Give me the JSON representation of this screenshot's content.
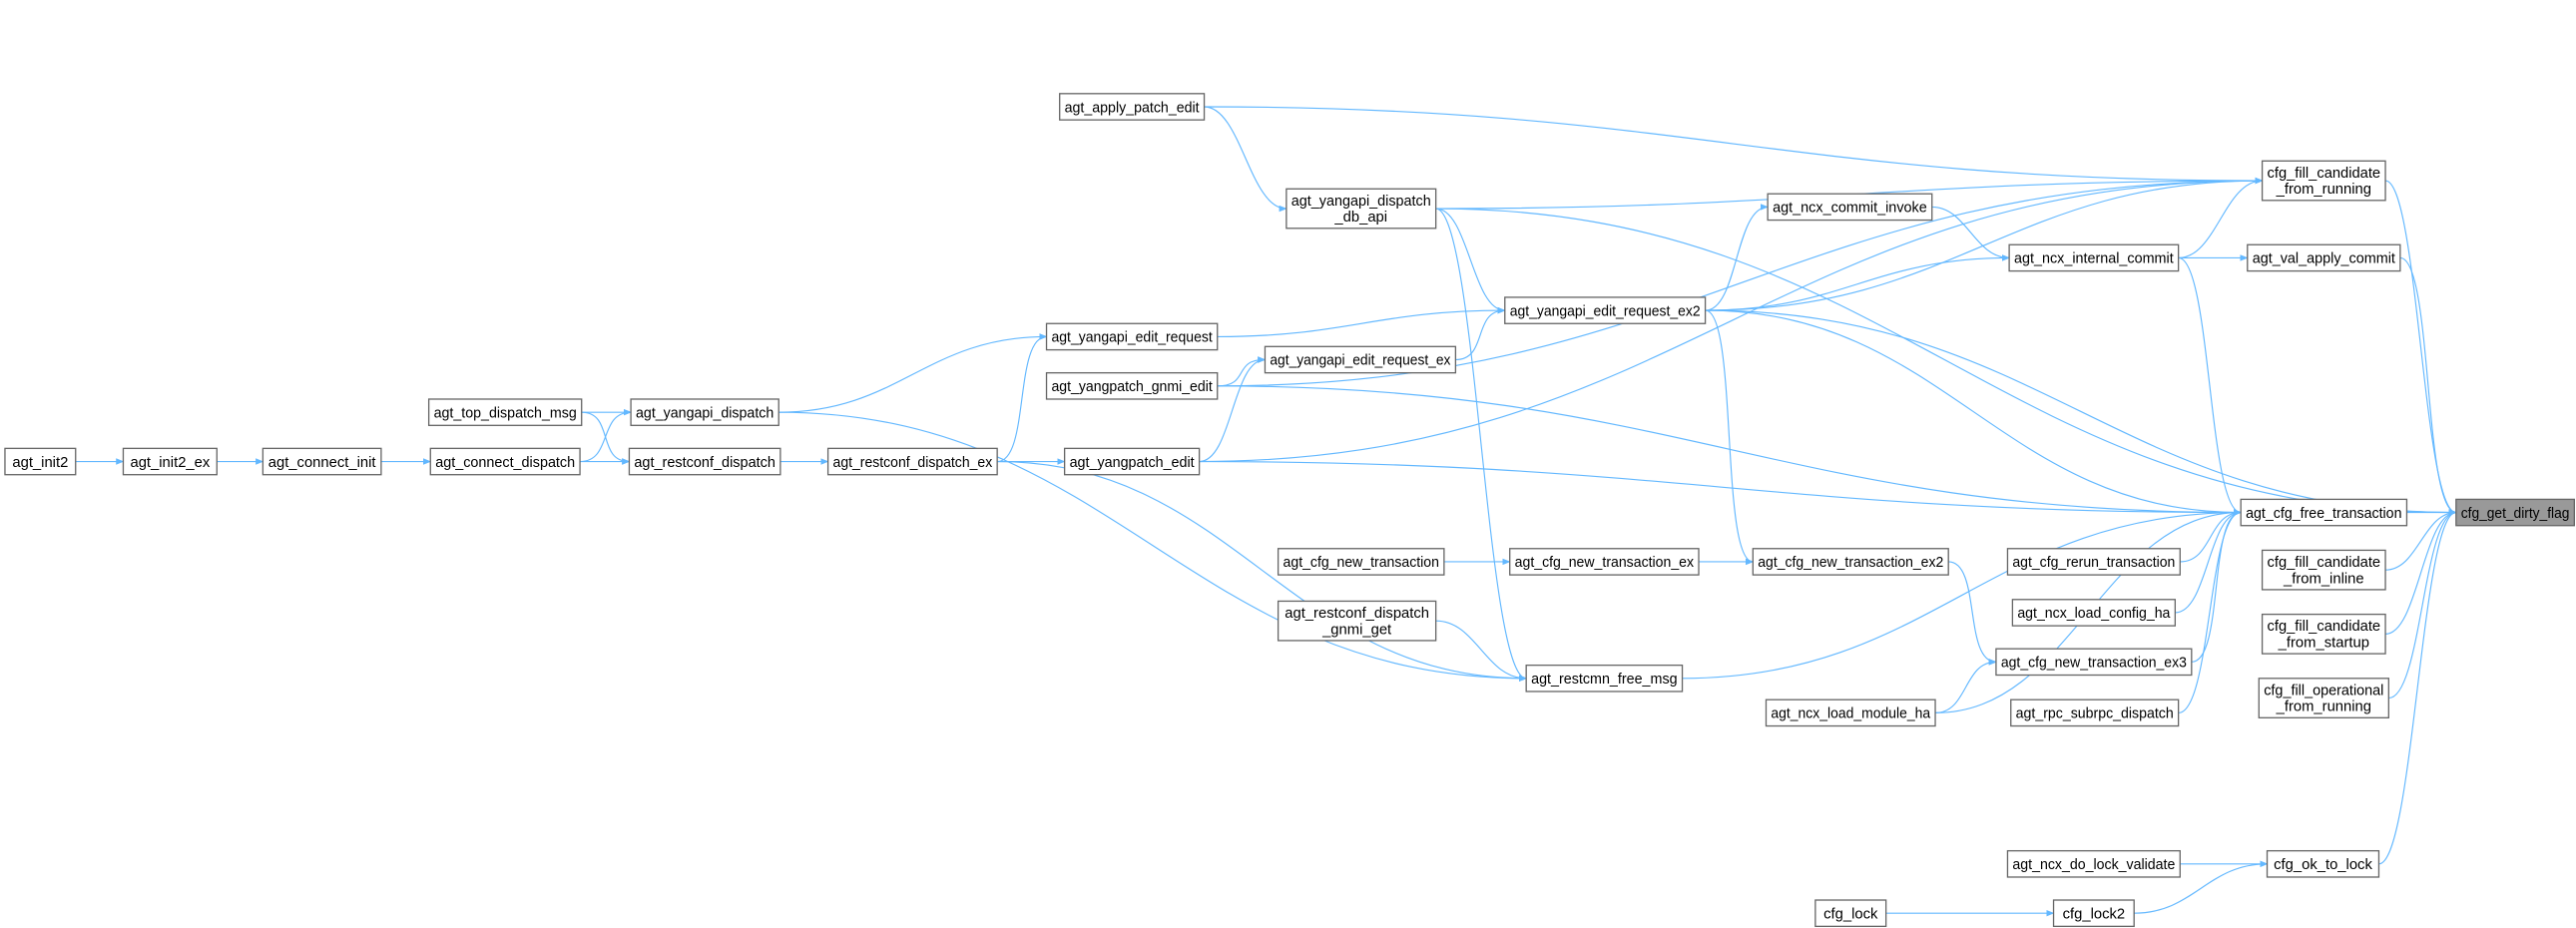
{
  "graph": {
    "type": "caller-graph",
    "root": "cfg_get_dirty_flag",
    "colors": {
      "edge": "#63b8ff",
      "node_border": "#666666",
      "root_fill": "#999999"
    },
    "nodes": [
      {
        "id": "agt_init2",
        "lines": [
          "agt_init2"
        ]
      },
      {
        "id": "agt_init2_ex",
        "lines": [
          "agt_init2_ex"
        ]
      },
      {
        "id": "agt_connect_init",
        "lines": [
          "agt_connect_init"
        ]
      },
      {
        "id": "agt_connect_dispatch",
        "lines": [
          "agt_connect_dispatch"
        ]
      },
      {
        "id": "agt_top_dispatch_msg",
        "lines": [
          "agt_top_dispatch_msg"
        ]
      },
      {
        "id": "agt_yangapi_dispatch",
        "lines": [
          "agt_yangapi_dispatch"
        ]
      },
      {
        "id": "agt_restconf_dispatch",
        "lines": [
          "agt_restconf_dispatch"
        ]
      },
      {
        "id": "agt_restconf_dispatch_ex",
        "lines": [
          "agt_restconf_dispatch_ex"
        ]
      },
      {
        "id": "agt_apply_patch_edit",
        "lines": [
          "agt_apply_patch_edit"
        ]
      },
      {
        "id": "agt_yangapi_edit_request",
        "lines": [
          "agt_yangapi_edit_request"
        ]
      },
      {
        "id": "agt_yangpatch_gnmi_edit",
        "lines": [
          "agt_yangpatch_gnmi_edit"
        ]
      },
      {
        "id": "agt_yangpatch_edit",
        "lines": [
          "agt_yangpatch_edit"
        ]
      },
      {
        "id": "agt_yangapi_dispatch_db_api",
        "lines": [
          "agt_yangapi_dispatch",
          "_db_api"
        ]
      },
      {
        "id": "agt_yangapi_edit_request_ex",
        "lines": [
          "agt_yangapi_edit_request_ex"
        ]
      },
      {
        "id": "agt_cfg_new_transaction",
        "lines": [
          "agt_cfg_new_transaction"
        ]
      },
      {
        "id": "agt_restconf_dispatch_gnmi_get",
        "lines": [
          "agt_restconf_dispatch",
          "_gnmi_get"
        ]
      },
      {
        "id": "agt_yangapi_edit_request_ex2",
        "lines": [
          "agt_yangapi_edit_request_ex2"
        ]
      },
      {
        "id": "agt_cfg_new_transaction_ex",
        "lines": [
          "agt_cfg_new_transaction_ex"
        ]
      },
      {
        "id": "agt_restcmn_free_msg",
        "lines": [
          "agt_restcmn_free_msg"
        ]
      },
      {
        "id": "agt_ncx_commit_invoke",
        "lines": [
          "agt_ncx_commit_invoke"
        ]
      },
      {
        "id": "agt_cfg_new_transaction_ex2",
        "lines": [
          "agt_cfg_new_transaction_ex2"
        ]
      },
      {
        "id": "agt_ncx_load_module_ha",
        "lines": [
          "agt_ncx_load_module_ha"
        ]
      },
      {
        "id": "cfg_lock",
        "lines": [
          "cfg_lock"
        ]
      },
      {
        "id": "agt_ncx_internal_commit",
        "lines": [
          "agt_ncx_internal_commit"
        ]
      },
      {
        "id": "agt_cfg_rerun_transaction",
        "lines": [
          "agt_cfg_rerun_transaction"
        ]
      },
      {
        "id": "agt_ncx_load_config_ha",
        "lines": [
          "agt_ncx_load_config_ha"
        ]
      },
      {
        "id": "agt_cfg_new_transaction_ex3",
        "lines": [
          "agt_cfg_new_transaction_ex3"
        ]
      },
      {
        "id": "agt_rpc_subrpc_dispatch",
        "lines": [
          "agt_rpc_subrpc_dispatch"
        ]
      },
      {
        "id": "agt_ncx_do_lock_validate",
        "lines": [
          "agt_ncx_do_lock_validate"
        ]
      },
      {
        "id": "cfg_lock2",
        "lines": [
          "cfg_lock2"
        ]
      },
      {
        "id": "cfg_fill_candidate_from_running",
        "lines": [
          "cfg_fill_candidate",
          "_from_running"
        ]
      },
      {
        "id": "agt_val_apply_commit",
        "lines": [
          "agt_val_apply_commit"
        ]
      },
      {
        "id": "agt_cfg_free_transaction",
        "lines": [
          "agt_cfg_free_transaction"
        ]
      },
      {
        "id": "cfg_fill_candidate_from_inline",
        "lines": [
          "cfg_fill_candidate",
          "_from_inline"
        ]
      },
      {
        "id": "cfg_fill_candidate_from_startup",
        "lines": [
          "cfg_fill_candidate",
          "_from_startup"
        ]
      },
      {
        "id": "cfg_fill_operational_from_running",
        "lines": [
          "cfg_fill_operational",
          "_from_running"
        ]
      },
      {
        "id": "cfg_ok_to_lock",
        "lines": [
          "cfg_ok_to_lock"
        ]
      },
      {
        "id": "cfg_get_dirty_flag",
        "lines": [
          "cfg_get_dirty_flag"
        ]
      }
    ],
    "edges": [
      [
        "agt_init2",
        "agt_init2_ex"
      ],
      [
        "agt_init2_ex",
        "agt_connect_init"
      ],
      [
        "agt_connect_init",
        "agt_connect_dispatch"
      ],
      [
        "agt_connect_dispatch",
        "agt_restconf_dispatch"
      ],
      [
        "agt_connect_dispatch",
        "agt_yangapi_dispatch"
      ],
      [
        "agt_top_dispatch_msg",
        "agt_yangapi_dispatch"
      ],
      [
        "agt_top_dispatch_msg",
        "agt_restconf_dispatch"
      ],
      [
        "agt_restconf_dispatch",
        "agt_restconf_dispatch_ex"
      ],
      [
        "agt_yangapi_dispatch",
        "agt_yangapi_edit_request"
      ],
      [
        "agt_yangapi_dispatch",
        "agt_restcmn_free_msg"
      ],
      [
        "agt_restconf_dispatch_ex",
        "agt_yangpatch_edit"
      ],
      [
        "agt_restconf_dispatch_ex",
        "agt_yangapi_edit_request"
      ],
      [
        "agt_restconf_dispatch_ex",
        "agt_restcmn_free_msg"
      ],
      [
        "agt_yangapi_edit_request",
        "agt_yangapi_edit_request_ex2"
      ],
      [
        "agt_yangpatch_gnmi_edit",
        "agt_yangapi_edit_request_ex"
      ],
      [
        "agt_yangpatch_gnmi_edit",
        "cfg_fill_candidate_from_running"
      ],
      [
        "agt_yangpatch_gnmi_edit",
        "agt_cfg_free_transaction"
      ],
      [
        "agt_yangpatch_edit",
        "agt_yangapi_edit_request_ex"
      ],
      [
        "agt_yangpatch_edit",
        "agt_cfg_free_transaction"
      ],
      [
        "agt_yangpatch_edit",
        "cfg_fill_candidate_from_running"
      ],
      [
        "agt_apply_patch_edit",
        "agt_yangapi_dispatch_db_api"
      ],
      [
        "agt_apply_patch_edit",
        "cfg_fill_candidate_from_running"
      ],
      [
        "agt_yangapi_dispatch_db_api",
        "agt_yangapi_edit_request_ex2"
      ],
      [
        "agt_yangapi_dispatch_db_api",
        "agt_restcmn_free_msg"
      ],
      [
        "agt_yangapi_dispatch_db_api",
        "cfg_get_dirty_flag"
      ],
      [
        "agt_yangapi_dispatch_db_api",
        "cfg_fill_candidate_from_running"
      ],
      [
        "agt_yangapi_edit_request_ex",
        "agt_yangapi_edit_request_ex2"
      ],
      [
        "agt_yangapi_edit_request_ex2",
        "agt_ncx_commit_invoke"
      ],
      [
        "agt_yangapi_edit_request_ex2",
        "agt_ncx_internal_commit"
      ],
      [
        "agt_yangapi_edit_request_ex2",
        "cfg_fill_candidate_from_running"
      ],
      [
        "agt_yangapi_edit_request_ex2",
        "agt_cfg_free_transaction"
      ],
      [
        "agt_yangapi_edit_request_ex2",
        "cfg_get_dirty_flag"
      ],
      [
        "agt_yangapi_edit_request_ex2",
        "agt_cfg_new_transaction_ex2"
      ],
      [
        "agt_ncx_commit_invoke",
        "agt_ncx_internal_commit"
      ],
      [
        "agt_ncx_internal_commit",
        "cfg_fill_candidate_from_running"
      ],
      [
        "agt_ncx_internal_commit",
        "agt_val_apply_commit"
      ],
      [
        "agt_ncx_internal_commit",
        "agt_cfg_free_transaction"
      ],
      [
        "cfg_fill_candidate_from_running",
        "cfg_get_dirty_flag"
      ],
      [
        "agt_val_apply_commit",
        "cfg_get_dirty_flag"
      ],
      [
        "agt_cfg_free_transaction",
        "cfg_get_dirty_flag"
      ],
      [
        "cfg_fill_candidate_from_inline",
        "cfg_get_dirty_flag"
      ],
      [
        "cfg_fill_candidate_from_startup",
        "cfg_get_dirty_flag"
      ],
      [
        "cfg_fill_operational_from_running",
        "cfg_get_dirty_flag"
      ],
      [
        "cfg_ok_to_lock",
        "cfg_get_dirty_flag"
      ],
      [
        "agt_cfg_rerun_transaction",
        "agt_cfg_free_transaction"
      ],
      [
        "agt_ncx_load_config_ha",
        "agt_cfg_free_transaction"
      ],
      [
        "agt_cfg_new_transaction_ex3",
        "agt_cfg_free_transaction"
      ],
      [
        "agt_rpc_subrpc_dispatch",
        "agt_cfg_free_transaction"
      ],
      [
        "agt_ncx_load_module_ha",
        "agt_cfg_free_transaction"
      ],
      [
        "agt_ncx_load_module_ha",
        "agt_cfg_new_transaction_ex3"
      ],
      [
        "agt_restcmn_free_msg",
        "agt_cfg_free_transaction"
      ],
      [
        "agt_cfg_new_transaction",
        "agt_cfg_new_transaction_ex"
      ],
      [
        "agt_cfg_new_transaction_ex",
        "agt_cfg_new_transaction_ex2"
      ],
      [
        "agt_cfg_new_transaction_ex2",
        "agt_cfg_new_transaction_ex3"
      ],
      [
        "agt_restconf_dispatch_gnmi_get",
        "agt_restcmn_free_msg"
      ],
      [
        "agt_ncx_do_lock_validate",
        "cfg_ok_to_lock"
      ],
      [
        "cfg_lock",
        "cfg_lock2"
      ],
      [
        "cfg_lock2",
        "cfg_ok_to_lock"
      ]
    ]
  }
}
